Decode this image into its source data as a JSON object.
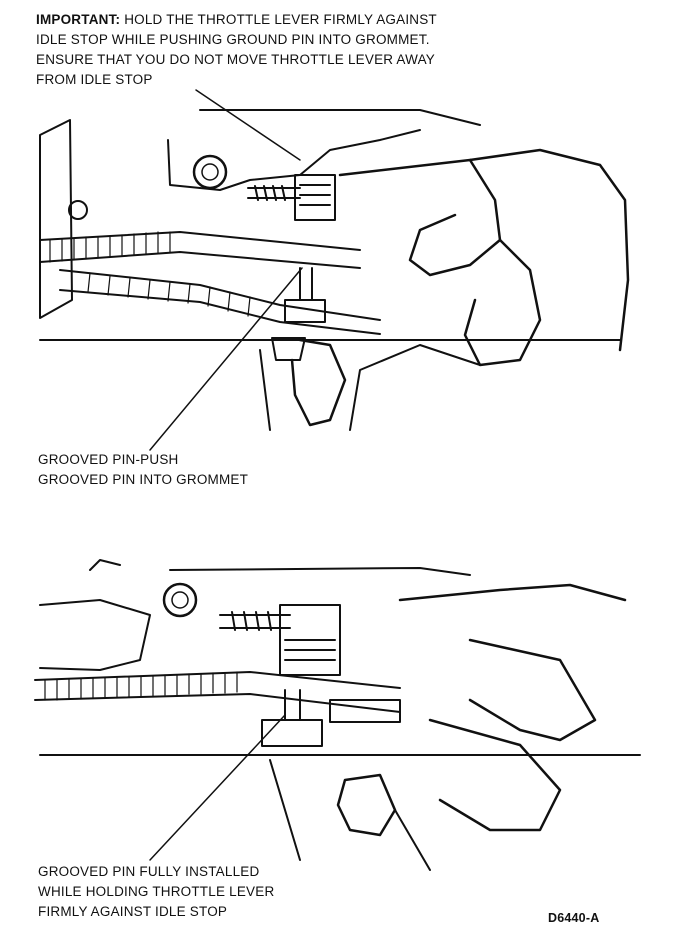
{
  "top_panel": {
    "note_label": "IMPORTANT:",
    "note_line1": " HOLD THE THROTTLE LEVER FIRMLY AGAINST",
    "note_line2": "IDLE STOP WHILE PUSHING GROUND PIN INTO GROMMET.",
    "note_line3": "ENSURE THAT YOU DO NOT MOVE THROTTLE LEVER AWAY",
    "note_line4": "FROM IDLE STOP",
    "callout_line1": "GROOVED PIN-PUSH",
    "callout_line2": "GROOVED PIN INTO GROMMET"
  },
  "bottom_panel": {
    "callout_line1": "GROOVED PIN FULLY INSTALLED",
    "callout_line2": "WHILE HOLDING THROTTLE LEVER",
    "callout_line3": "FIRMLY AGAINST IDLE STOP"
  },
  "figure_code": "D6440-A"
}
